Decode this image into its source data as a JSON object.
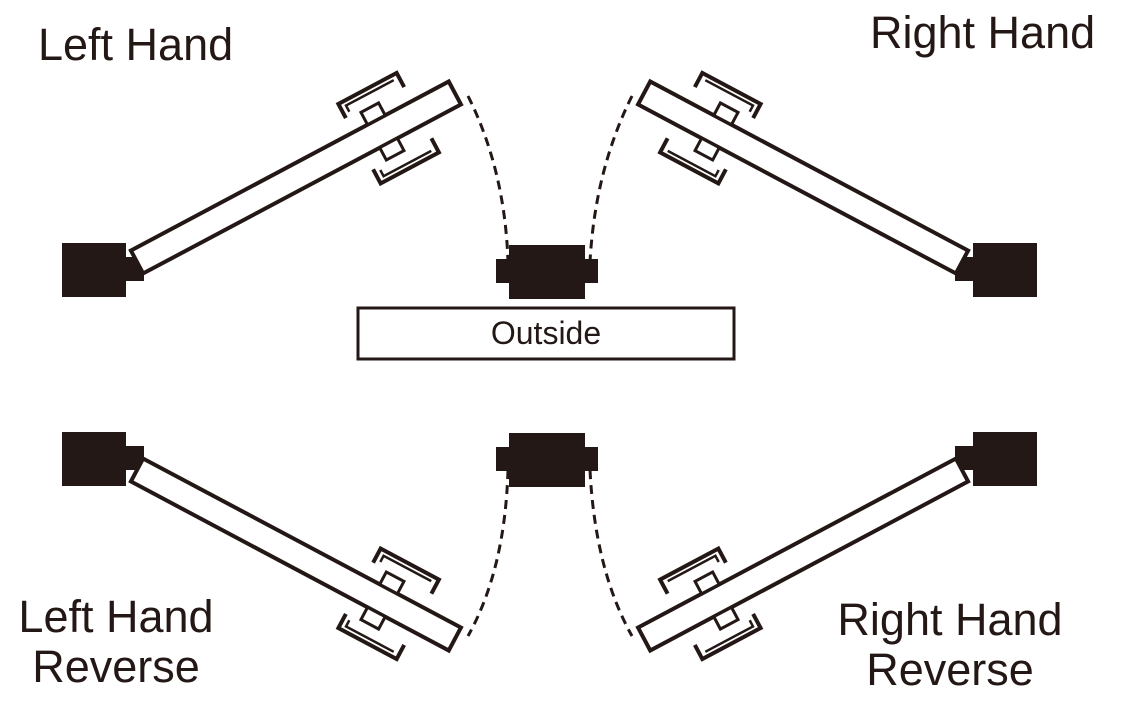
{
  "labels": {
    "left_hand": "Left Hand",
    "right_hand": "Right Hand",
    "left_hand_reverse_line1": "Left Hand",
    "left_hand_reverse_line2": "Reverse",
    "right_hand_reverse_line1": "Right Hand",
    "right_hand_reverse_line2": "Reverse",
    "outside": "Outside"
  },
  "colors": {
    "ink": "#231815",
    "background": "#ffffff"
  }
}
